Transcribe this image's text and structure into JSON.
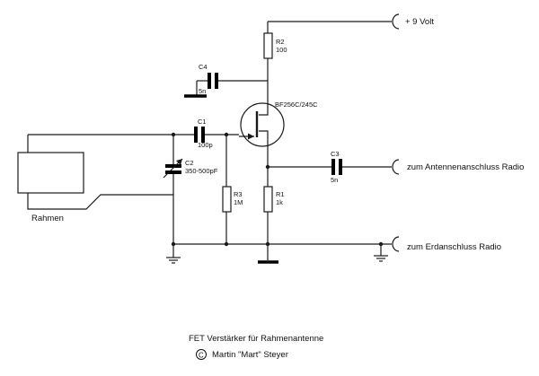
{
  "supply": {
    "label": "+ 9 Volt"
  },
  "components": {
    "r1": {
      "ref": "R1",
      "value": "1k"
    },
    "r2": {
      "ref": "R2",
      "value": "100"
    },
    "r3": {
      "ref": "R3",
      "value": "1M"
    },
    "c1": {
      "ref": "C1",
      "value": "100p"
    },
    "c2": {
      "ref": "C2",
      "value": "350-500pF"
    },
    "c3": {
      "ref": "C3",
      "value": "5n"
    },
    "c4": {
      "ref": "C4",
      "value": "5n"
    },
    "fet": {
      "type": "BF256C/245C"
    }
  },
  "terminals": {
    "antenna": "zum Antennenanschluss Radio",
    "ground": "zum Erdanschluss Radio"
  },
  "loop": {
    "label": "Rahmen"
  },
  "footer": {
    "title": "FET Verstärker für Rahmenantenne",
    "copyright_symbol": "C",
    "author": "Martin \"Mart\" Steyer"
  }
}
